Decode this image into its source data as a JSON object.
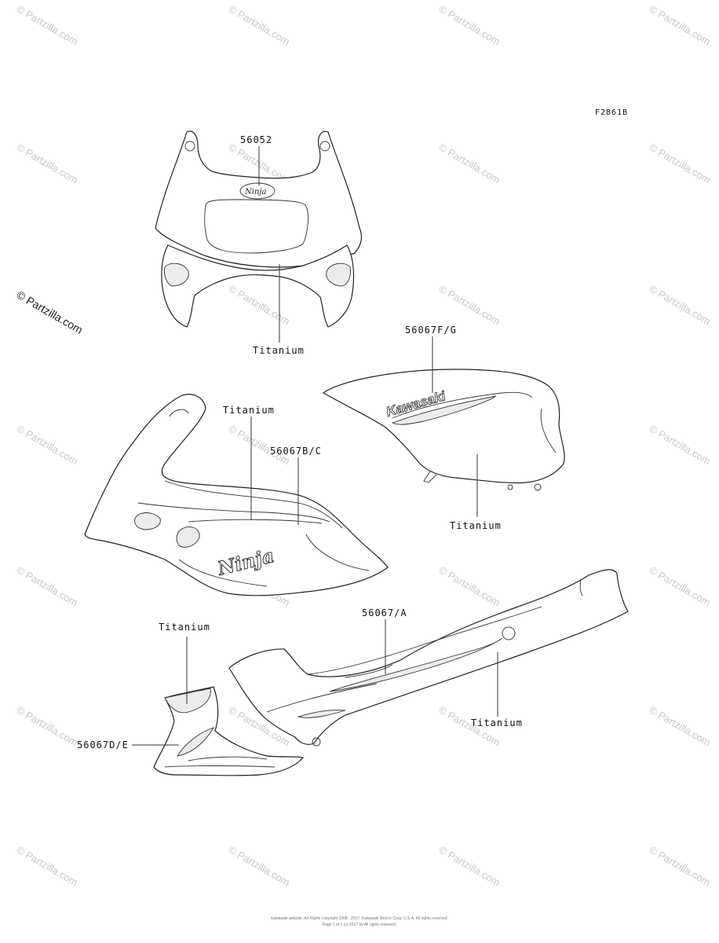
{
  "figure_ref": "F2861B",
  "watermark": {
    "symbol": "©",
    "text": "Partzilla.com",
    "color": "#c8c8c8",
    "prominent_text": "© Partzilla.com"
  },
  "callouts": {
    "upper_fairing_part": "56052",
    "upper_fairing_color": "Titanium",
    "fuel_tank_part": "56067F/G",
    "fuel_tank_color": "Titanium",
    "side_fairing_part": "56067B/C",
    "side_fairing_color": "Titanium",
    "seat_cowl_part": "56067/A",
    "seat_cowl_color": "Titanium",
    "lower_fairing_part": "56067D/E",
    "lower_fairing_color": "Titanium"
  },
  "emblems": {
    "kawasaki": "Kawasaki",
    "ninja": "Ninja",
    "ninja_small": "Ninja"
  },
  "footer": {
    "line1": "Kawasaki website. All Rights copyright 1998 - 2017. Kawasaki Motors Corp. U.S.A. All rights reserved.",
    "line2": "Page 1 of 1 (c) 2017 by All rights reserved."
  }
}
